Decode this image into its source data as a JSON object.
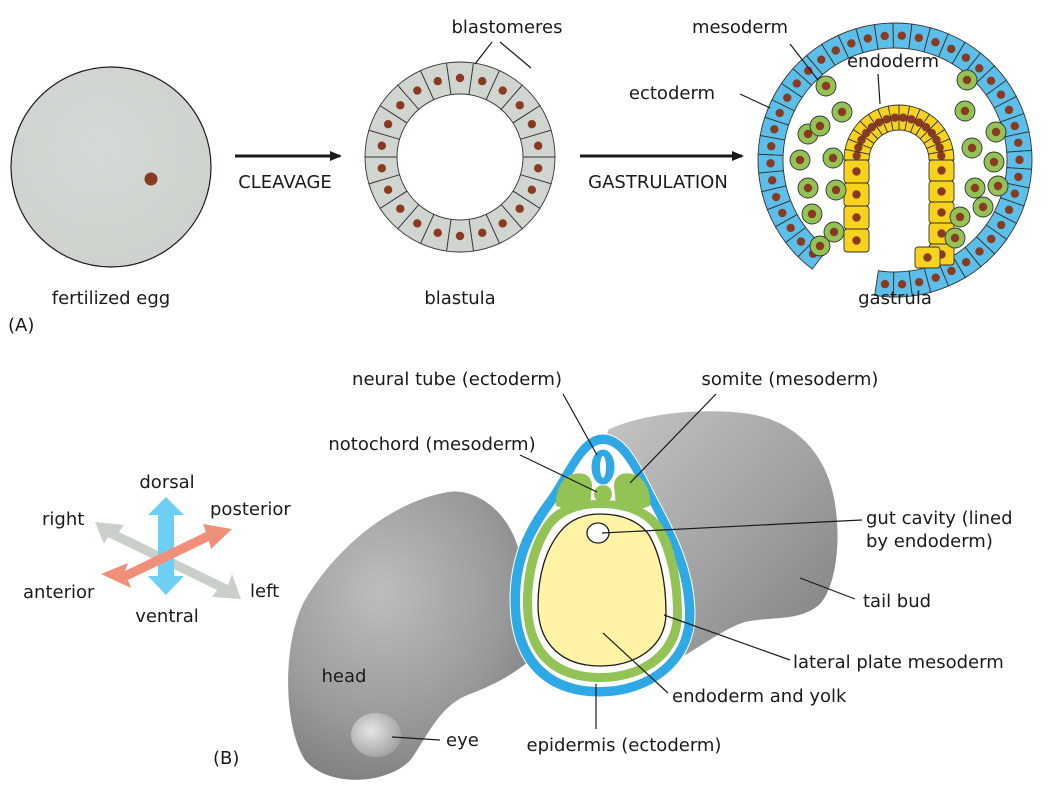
{
  "panel_a": {
    "panel_label": "(A)",
    "egg_label": "fertilized egg",
    "cleavage_label": "CLEAVAGE",
    "blastula_label": "blastula",
    "blastomeres_label": "blastomeres",
    "gastrulation_label": "GASTRULATION",
    "gastrula_label": "gastrula",
    "mesoderm_label": "mesoderm",
    "endoderm_label": "endoderm",
    "ectoderm_label": "ectoderm"
  },
  "panel_b": {
    "panel_label": "(B)",
    "axes": {
      "dorsal": "dorsal",
      "ventral": "ventral",
      "right": "right",
      "left": "left",
      "anterior": "anterior",
      "posterior": "posterior"
    },
    "labels": {
      "neural_tube": "neural tube (ectoderm)",
      "somite": "somite (mesoderm)",
      "notochord": "notochord (mesoderm)",
      "gut_cavity_1": "gut cavity (lined",
      "gut_cavity_2": "by endoderm)",
      "tail_bud": "tail bud",
      "lateral_plate": "lateral plate mesoderm",
      "head": "head",
      "endoderm_yolk": "endoderm and yolk",
      "eye": "eye",
      "epidermis": "epidermis (ectoderm)"
    }
  },
  "colors": {
    "egg": "#d2d6d2",
    "ectoderm": "#5bbfe9",
    "endoderm": "#f7d21e",
    "mesoderm": "#93c255",
    "nucleus": "#8b3a22",
    "yolk": "#fff4a6",
    "dorsal_ventral_arrow": "#6ecff4",
    "anterior_posterior_arrow": "#f0907a",
    "left_right_arrow": "#c9cfc9",
    "embryo_body": "#a3a3a3"
  }
}
